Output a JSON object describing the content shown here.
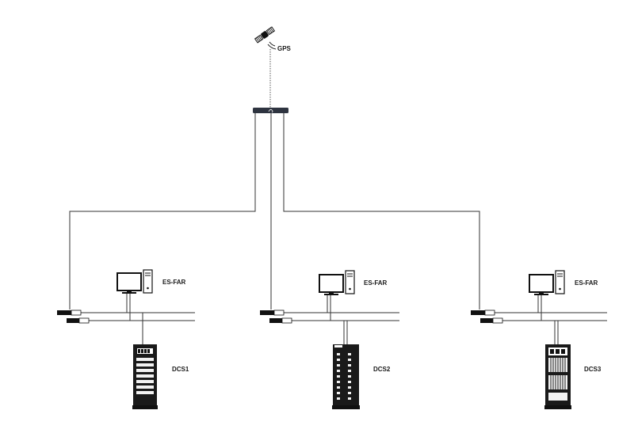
{
  "gps": {
    "label": "GPS",
    "icon": "satellite-icon"
  },
  "time_server": {
    "icon": "time-server-icon"
  },
  "stations": [
    {
      "pc_label": "ES-FAR",
      "cabinet_label": "DCS1",
      "cabinet_icon": "dcs-cabinet-icon"
    },
    {
      "pc_label": "ES-FAR",
      "cabinet_label": "DCS2",
      "cabinet_icon": "dcs-cabinet-icon"
    },
    {
      "pc_label": "ES-FAR",
      "cabinet_label": "DCS3",
      "cabinet_icon": "dcs-cabinet-icon"
    }
  ],
  "colors": {
    "line": "#333333",
    "device": "#1a1a1a",
    "accent": "#2e3440"
  }
}
